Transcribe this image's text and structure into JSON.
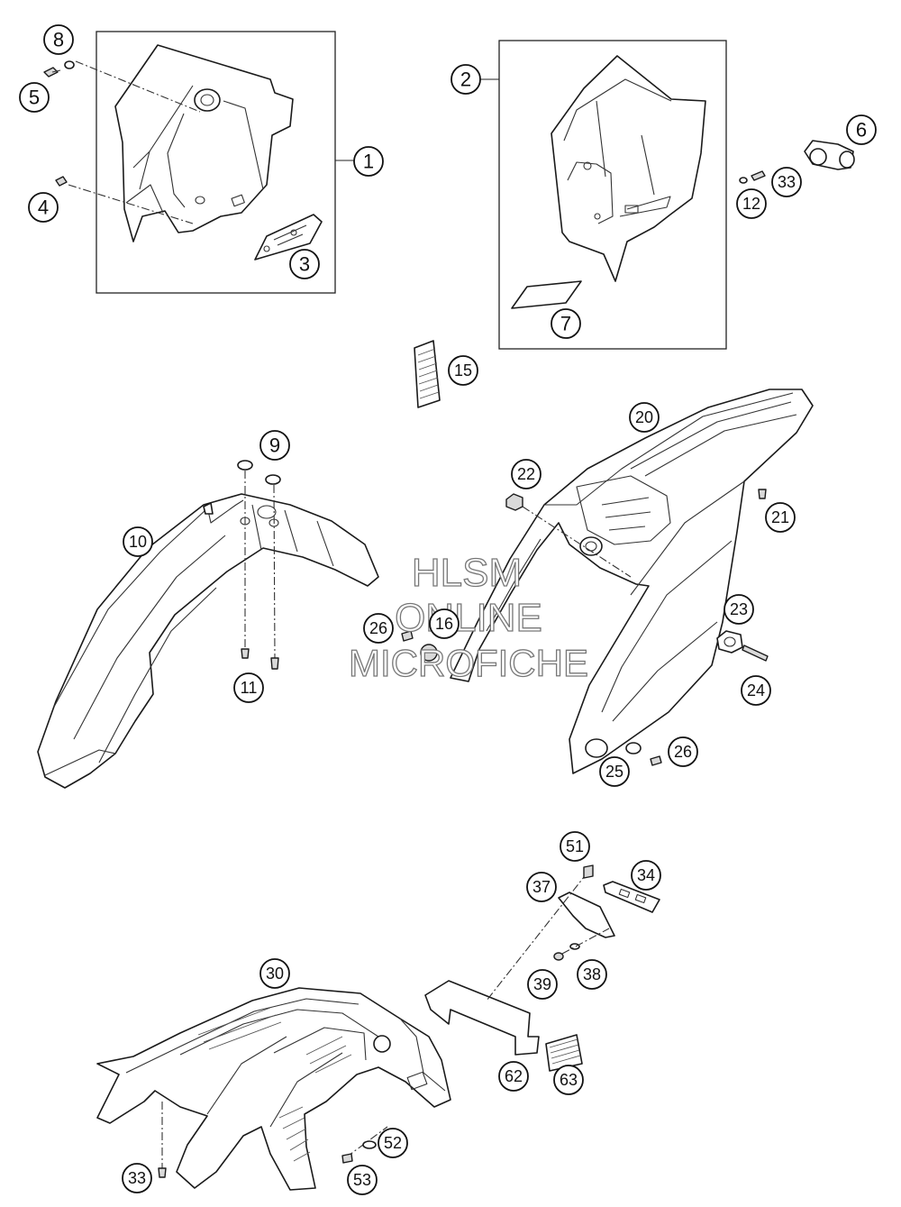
{
  "callouts": {
    "c1": "1",
    "c2": "2",
    "c3": "3",
    "c4": "4",
    "c5": "5",
    "c6": "6",
    "c7": "7",
    "c8": "8",
    "c9": "9",
    "c10": "10",
    "c11": "11",
    "c12": "12",
    "c15": "15",
    "c16": "16",
    "c20": "20",
    "c21": "21",
    "c22": "22",
    "c23": "23",
    "c24": "24",
    "c25": "25",
    "c26a": "26",
    "c26b": "26",
    "c30": "30",
    "c33a": "33",
    "c33b": "33",
    "c34": "34",
    "c37": "37",
    "c38": "38",
    "c39": "39",
    "c51": "51",
    "c52": "52",
    "c53": "53",
    "c62": "62",
    "c63": "63"
  },
  "watermark": {
    "line1": "HLSM",
    "line2": "ONLINE",
    "line3": "MICROFICHE"
  }
}
